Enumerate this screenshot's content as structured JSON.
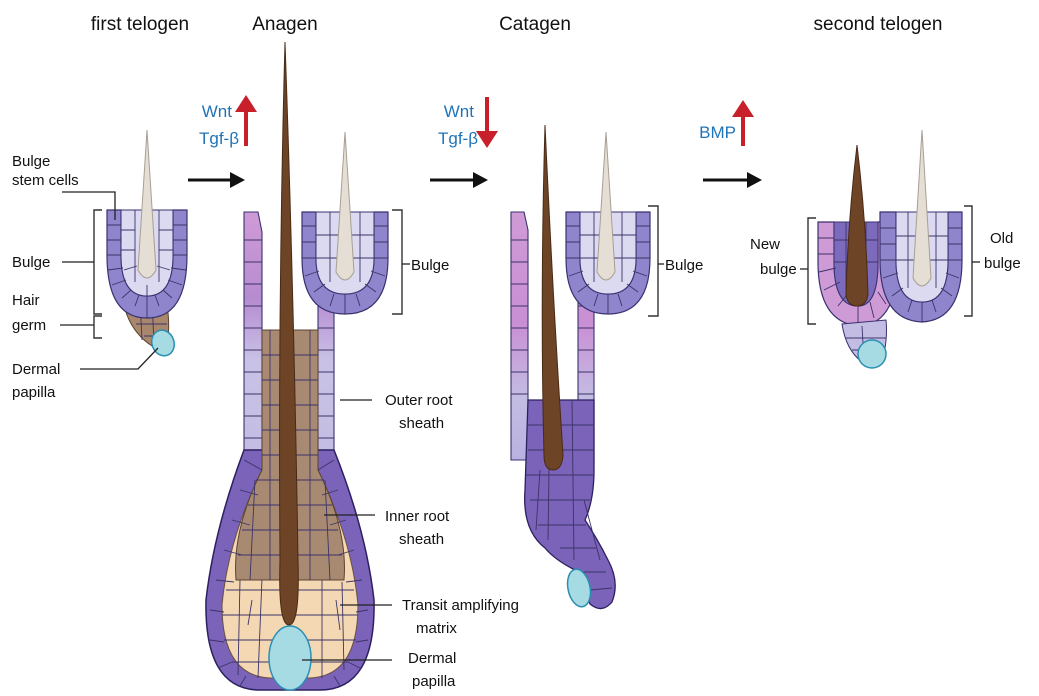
{
  "stages": {
    "first_telogen": "first telogen",
    "anagen": "Anagen",
    "catagen": "Catagen",
    "second_telogen": "second telogen"
  },
  "signals": {
    "anagen": [
      {
        "label": "Wnt",
        "direction": "up"
      },
      {
        "label": "Tgf-β",
        "direction": "up"
      }
    ],
    "catagen": [
      {
        "label": "Wnt",
        "direction": "down"
      },
      {
        "label": "Tgf-β",
        "direction": "down"
      }
    ],
    "second_telogen": [
      {
        "label": "BMP",
        "direction": "up"
      }
    ]
  },
  "labels": {
    "bulge_stem_cells_1": "Bulge",
    "bulge_stem_cells_2": "stem cells",
    "bulge": "Bulge",
    "hair_germ_1": "Hair",
    "hair_germ_2": "germ",
    "dermal_papilla_1": "Dermal",
    "dermal_papilla_2": "papilla",
    "anagen_bulge": "Bulge",
    "outer_root_sheath_1": "Outer root",
    "outer_root_sheath_2": "sheath",
    "inner_root_sheath_1": "Inner root",
    "inner_root_sheath_2": "sheath",
    "transit_amplifying_1": "Transit amplifying",
    "transit_amplifying_2": "matrix",
    "anagen_dermal_papilla_1": "Dermal",
    "anagen_dermal_papilla_2": "papilla",
    "catagen_bulge": "Bulge",
    "new_bulge_1": "New",
    "new_bulge_2": "bulge",
    "old_bulge_1": "Old",
    "old_bulge_2": "bulge"
  },
  "colors": {
    "signal_text": "#1f74b8",
    "signal_arrow": "#c8202a",
    "process_arrow": "#111111",
    "hair_shaft": "#6e4427",
    "old_hair": "#e4ded4",
    "bulge_outer": "#8e85cc",
    "bulge_inner": "#dcdaf0",
    "outer_sheath_pink": "#cf9bd6",
    "outer_sheath_lavender": "#c3bde3",
    "outer_sheath_purple": "#7a63b8",
    "inner_sheath": "#a88a73",
    "matrix": "#f4d8b3",
    "dermal_papilla": "#a6dbe3",
    "hair_germ": "#a8876c"
  }
}
